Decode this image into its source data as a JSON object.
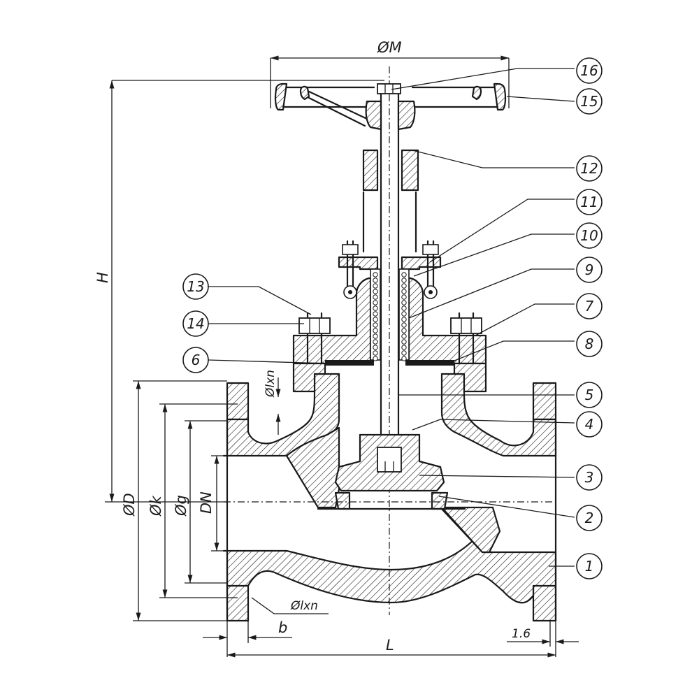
{
  "drawing": {
    "dimensions": {
      "handwheel_diameter": "ØM",
      "height": "H",
      "flange_outer_diameter": "ØD",
      "bolt_circle_diameter": "Øk",
      "raised_face_diameter": "Øg",
      "nominal_diameter": "DN",
      "bolt_holes_top": "Ølxn",
      "bolt_holes_bottom": "Ølxn",
      "flange_thickness": "b",
      "face_to_face_length": "L",
      "raised_face_height": "1.6"
    },
    "callouts": [
      {
        "id": "c16",
        "number": "16"
      },
      {
        "id": "c15",
        "number": "15"
      },
      {
        "id": "c12",
        "number": "12"
      },
      {
        "id": "c11",
        "number": "11"
      },
      {
        "id": "c10",
        "number": "10"
      },
      {
        "id": "c9",
        "number": "9"
      },
      {
        "id": "c7",
        "number": "7"
      },
      {
        "id": "c8",
        "number": "8"
      },
      {
        "id": "c5",
        "number": "5"
      },
      {
        "id": "c4",
        "number": "4"
      },
      {
        "id": "c3",
        "number": "3"
      },
      {
        "id": "c2",
        "number": "2"
      },
      {
        "id": "c1",
        "number": "1"
      },
      {
        "id": "c13",
        "number": "13"
      },
      {
        "id": "c14",
        "number": "14"
      },
      {
        "id": "c6",
        "number": "6"
      }
    ]
  }
}
